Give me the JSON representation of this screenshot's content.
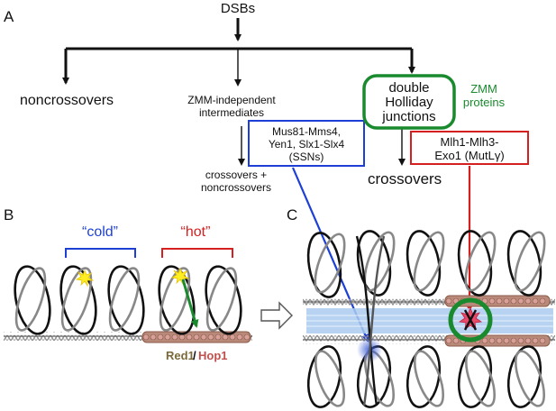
{
  "panel_a": {
    "label": "A",
    "root": "DSBs",
    "left": "noncrossovers",
    "mid_line1": "ZMM-independent",
    "mid_line2": "intermediates",
    "ssn_line1": "Mus81-Mms4,",
    "ssn_line2": "Yen1, Slx1-Slx4",
    "ssn_line3": "(SSNs)",
    "mid_out_line1": "crossovers +",
    "mid_out_line2": "noncrossovers",
    "dhj_line1": "double",
    "dhj_line2": "Holliday",
    "dhj_line3": "junctions",
    "zmm_line1": "ZMM",
    "zmm_line2": "proteins",
    "mutl_line1": "Mlh1-Mlh3-",
    "mutl_line2": "Exo1 (MutLγ)",
    "right_out": "crossovers"
  },
  "panel_b": {
    "label": "B",
    "cold": "“cold”",
    "hot": "“hot”",
    "red1": "Red1",
    "slash": "/",
    "hop1": "Hop1"
  },
  "panel_c": {
    "label": "C"
  },
  "colors": {
    "blue": "#1d3fd6",
    "red": "#d62020",
    "green": "#1a8a2e",
    "red1": "#7a6a3a",
    "hop1": "#c0504d",
    "axis_light_blue": "#aacbef"
  }
}
